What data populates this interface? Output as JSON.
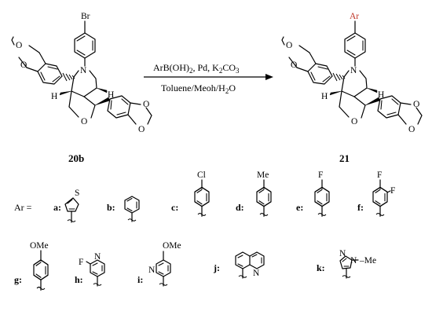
{
  "scheme": {
    "reactant": {
      "label": "20b",
      "substituent": "Br",
      "atoms": {
        "n": "N",
        "o": "O",
        "h_left": "H",
        "h_right": "H",
        "o_ring": "O"
      }
    },
    "reagents": {
      "line1": {
        "text": "ArB(OH)",
        "sub2": "2",
        "text2": ", Pd, K",
        "sub3": "2",
        "text3": "CO",
        "sub4": "3"
      },
      "line2": {
        "text": "Toluene/Meoh/H",
        "sub": "2",
        "text2": "O"
      }
    },
    "product": {
      "label": "21",
      "substituent": "Ar",
      "substituent_color": "#c0392b",
      "atoms": {
        "n": "N",
        "o": "O",
        "h_left": "H",
        "h_right": "H",
        "o_ring": "O"
      }
    },
    "ar_prefix": "Ar =",
    "ar_groups": [
      {
        "letter": "a:",
        "atoms": [
          "S"
        ]
      },
      {
        "letter": "b:",
        "atoms": []
      },
      {
        "letter": "c:",
        "atoms": [
          "Cl"
        ]
      },
      {
        "letter": "d:",
        "atoms": [
          "Me"
        ]
      },
      {
        "letter": "e:",
        "atoms": [
          "F"
        ]
      },
      {
        "letter": "f:",
        "atoms": [
          "F",
          "F"
        ]
      },
      {
        "letter": "g:",
        "atoms": [
          "OMe"
        ]
      },
      {
        "letter": "h:",
        "atoms": [
          "F",
          "N"
        ]
      },
      {
        "letter": "i:",
        "atoms": [
          "OMe",
          "N"
        ]
      },
      {
        "letter": "j:",
        "atoms": [
          "N"
        ]
      },
      {
        "letter": "k:",
        "atoms": [
          "N",
          "N",
          "Me"
        ]
      }
    ]
  }
}
